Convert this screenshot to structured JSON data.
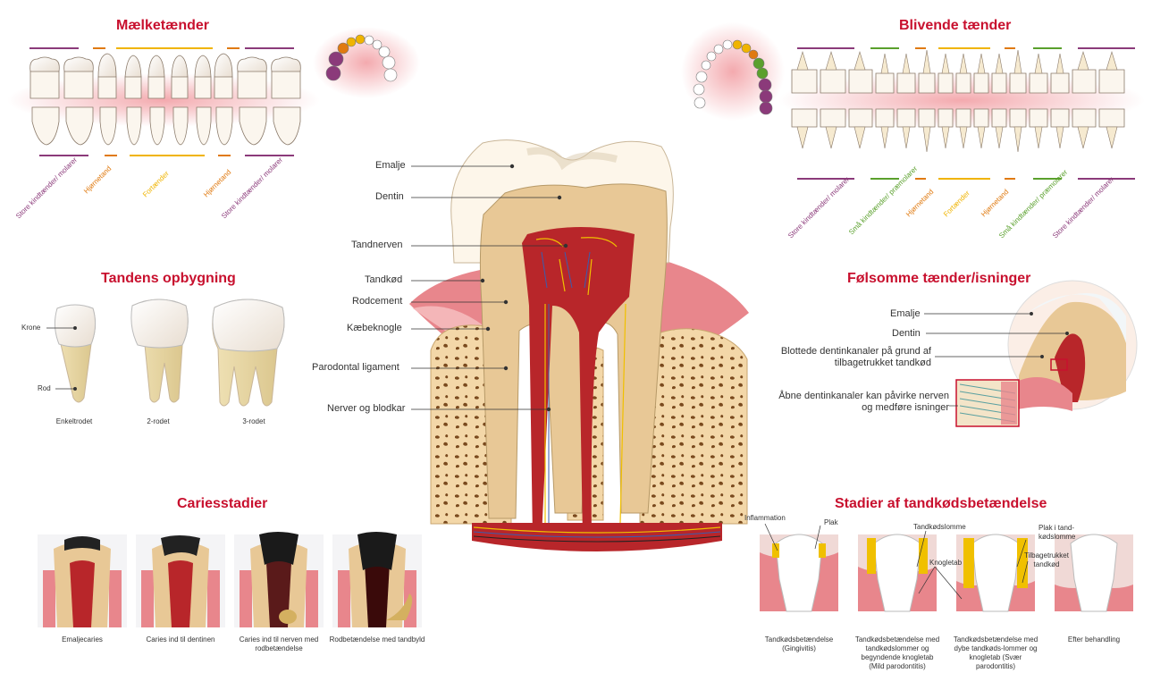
{
  "colors": {
    "title_red": "#c8102e",
    "molar_purple": "#8b3a7a",
    "canine_orange": "#e07a10",
    "incisor_yellow": "#f0b400",
    "premolar_green": "#5aa02c",
    "gum_pink": "#e8868c",
    "bone": "#f3d9b0",
    "dentin": "#e8c896",
    "pulp": "#b8262a",
    "enamel": "#fbf3e6"
  },
  "milk_teeth": {
    "title": "Mælketænder",
    "labels": [
      "Store kindtænder/ molarer",
      "Hjørnetand",
      "Fortænder",
      "Hjørnetand",
      "Store kindtænder/ molarer"
    ]
  },
  "permanent_teeth": {
    "title": "Blivende tænder",
    "labels": [
      "Store kindtænder/ molarer",
      "Små kindtænder/ præmolarer",
      "Hjørnetand",
      "Fortænder",
      "Hjørnetand",
      "Små kindtænder/ præmolarer",
      "Store kindtænder/ molarer"
    ]
  },
  "structure": {
    "title": "Tandens opbygning",
    "krone": "Krone",
    "rod": "Rod",
    "types": [
      "Enkeltrodet",
      "2-rodet",
      "3-rodet"
    ]
  },
  "main_labels": [
    "Emalje",
    "Dentin",
    "Tandnerven",
    "Tandkød",
    "Rodcement",
    "Kæbeknogle",
    "Parodontal ligament",
    "Nerver og blodkar"
  ],
  "sensitive": {
    "title": "Følsomme tænder/isninger",
    "labels": [
      "Emalje",
      "Dentin",
      "Blottede dentinkanaler på grund af tilbagetrukket tandkød",
      "Åbne dentinkanaler kan påvirke nerven og medføre isninger"
    ]
  },
  "caries": {
    "title": "Cariesstadier",
    "stages": [
      "Emaljecaries",
      "Caries ind til dentinen",
      "Caries ind til nerven med rodbetændelse",
      "Rodbetændelse med tandbyld"
    ]
  },
  "gum_disease": {
    "title": "Stadier af tandkødsbetændelse",
    "callouts": [
      "Inflammation",
      "Plak",
      "Tandkødslomme",
      "Knogletab",
      "Plak i tand-kødslomme",
      "Tilbagetrukket tandkød"
    ],
    "stages": [
      "Tandkødsbetændelse (Gingivitis)",
      "Tandkødsbetændelse med tandkødslommer og begyndende knogletab (Mild parodontitis)",
      "Tandkødsbetændelse med dybe tandkøds-lommer og knogletab (Svær parodontitis)",
      "Efter behandling"
    ]
  }
}
